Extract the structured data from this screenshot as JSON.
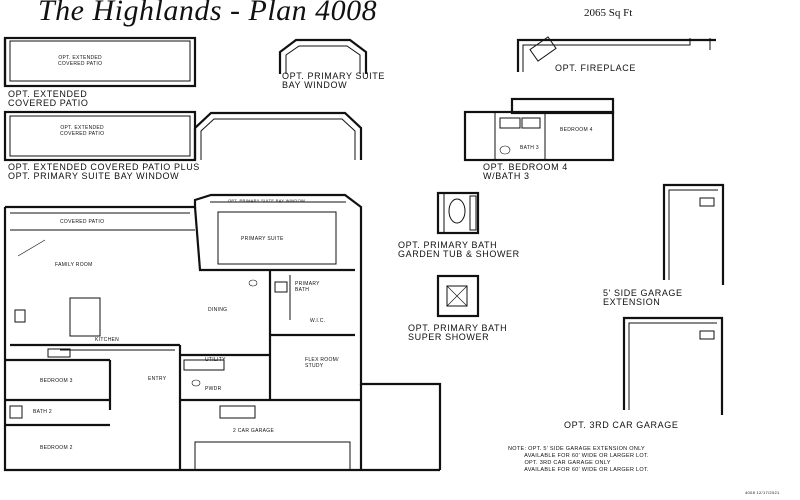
{
  "title": "The Highlands - Plan 4008",
  "sqft": "2065 Sq Ft",
  "options": {
    "extended_patio": "OPT. EXTENDED\nCOVERED PATIO",
    "extended_patio_inner": "OPT. EXTENDED\nCOVERED PATIO",
    "bay_window": "OPT. PRIMARY SUITE\nBAY WINDOW",
    "fireplace": "OPT. FIREPLACE",
    "patio_plus_bay": "OPT. EXTENDED COVERED PATIO PLUS\nOPT. PRIMARY SUITE BAY WINDOW",
    "patio_plus_bay_inner": "OPT. EXTENDED\nCOVERED PATIO",
    "bedroom4": "OPT. BEDROOM 4\nW/BATH 3",
    "bedroom4_room": "BEDROOM 4",
    "bedroom4_bath": "BATH 3",
    "garden_tub": "OPT. PRIMARY BATH\nGARDEN TUB & SHOWER",
    "super_shower": "OPT. PRIMARY BATH\nSUPER SHOWER",
    "side_garage": "5' SIDE GARAGE\nEXTENSION",
    "third_car": "OPT. 3RD CAR GARAGE"
  },
  "rooms": {
    "covered_patio": "COVERED PATIO",
    "bay_window": "OPT. PRIMARY SUITE BAY WINDOW",
    "primary_suite": "PRIMARY SUITE",
    "family_room": "FAMILY ROOM",
    "primary_bath": "PRIMARY\nBATH",
    "dining": "DINING",
    "wic": "W.I.C.",
    "kitchen": "KITCHEN",
    "utility": "UTILITY",
    "flex_room": "FLEX ROOM/\nSTUDY",
    "powder": "PWDR",
    "bedroom3": "BEDROOM 3",
    "entry": "ENTRY",
    "bath2": "BATH 2",
    "bedroom2": "BEDROOM 2",
    "garage": "2 CAR GARAGE"
  },
  "notes": "NOTE: OPT. 5' SIDE GARAGE EXTENSION ONLY\n         AVAILABLE FOR 60' WIDE OR LARGER LOT.\n         OPT. 3RD CAR GARAGE ONLY\n         AVAILABLE FOR 60' WIDE OR LARGER LOT.",
  "footer_code": "4008 12/17/2021"
}
